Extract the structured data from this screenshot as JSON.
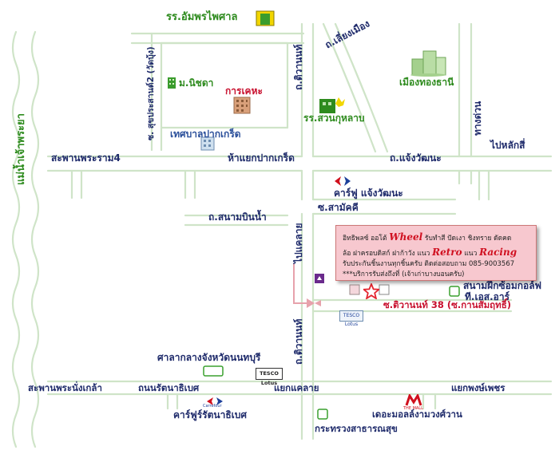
{
  "labels": {
    "school_ampornpaisarn": "รร.อัมพรไพศาล",
    "river": "แม่น้ำเจ้าพระยา",
    "soi_sukprasan2": "ซ. สุขประสานต์2 (วัดบุ้ง)",
    "m_nichada": "ม.นิชดา",
    "karakhet": "การเคหะ",
    "road_tiwanon_top": "ถ.ติวานนท์",
    "road_liang_mueang": "ถ.เลี่ยงเมือง",
    "mueang_thong_thani": "เมืองทองธานี",
    "road_tahuan": "ทางด่วน",
    "school_suankularb": "รร.สวนกุหลาบ",
    "thesaban": "เทศบาลปากเกร็ด",
    "lak_si": "ไปหลักสี่",
    "rama4_bridge": "สะพานพระราม4",
    "pakkret_junction": "ห้าแยกปากเกร็ด",
    "road_chaengwattana": "ถ.แจ้งวัฒนะ",
    "carrefour_chaengwattana": "คาร์ฟู แจ้งวัฒนะ",
    "soi_samakkhi": "ซ.สามัคคี",
    "road_sanambinnam": "ถ.สนามบินน้ำ",
    "to_khlae_lai": "ไปแคลาย",
    "golf": "สนามฝึกซ้อมกอล์ฟ",
    "golf2": "ที.เอส.อาร์",
    "soi_tiwanon38": "ซ.ติวานนท์ 38 (ซ.กานสัมฤทธิ์)",
    "road_tiwanon_bottom": "ถ.ติวานนท์",
    "city_hall": "ศาลากลางจังหวัดนนทบุรี",
    "phra_nang_klao_bridge": "สะพานพระนั่งเกล้า",
    "road_rattanathibet": "ถนนรัตนาธิเบศ",
    "khlae_lai_junction": "แยกแคลาย",
    "phong_phet_junction": "แยกพงษ์เพชร",
    "carrefour_rattanathibet": "คาร์ฟูร์รัตนาธิเบศ",
    "the_mall": "เดอะมอลล์งามวงศ์วาน",
    "ministry_health": "กระทรวงสาธารณสุข",
    "carrefour_brand": "Carrefour",
    "the_mall_brand": "THE MALL",
    "lotus_brand_1": "TESCO Lotus",
    "lotus_brand_2": "TESCO Lotus"
  },
  "info": {
    "line1_pre": "อิทธิพลซ์ ออโต้",
    "line1_hl": "Wheel",
    "line1_post": "รับทำสี ปัดเงา ชิงทราย ดัดคด",
    "line2_pre": "ล้อ ฝาครอบดิสก์ ฝาก้าวัง แนว",
    "line2_hl1": "Retro",
    "line2_mid": "แนว",
    "line2_hl2": "Racing",
    "line3": "รับประกันชิ้นงานทุกชิ้นครับ ติดต่อสอบถาม 085-9003567",
    "line4": "***บริการรับส่งถึงที่ (เจ้าเก่าบางบอนครับ)"
  },
  "colors": {
    "road_stroke": "#cfe4c8",
    "label_green": "#2e8b1e",
    "label_dark": "#1f2b6b",
    "accent_red": "#c8102e",
    "info_bg": "#f7c8cf"
  },
  "icons": [
    "school-building-icon",
    "condo-building-icon",
    "housing-building-icon",
    "tower-building-icon",
    "carrefour-logo-icon",
    "star-marker-icon",
    "tesco-lotus-logo-icon",
    "the-mall-logo-icon",
    "golf-marker-icon",
    "route-arrow-icon"
  ]
}
